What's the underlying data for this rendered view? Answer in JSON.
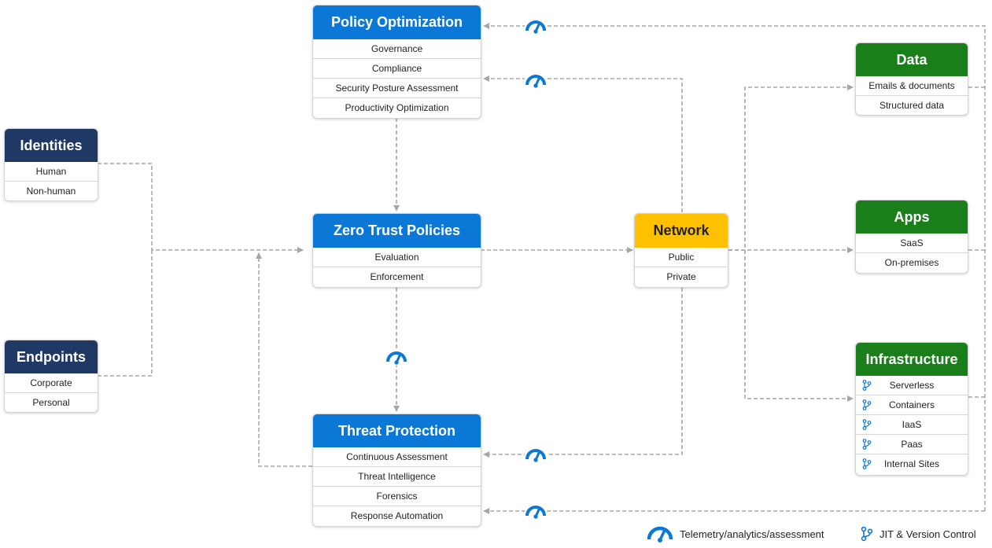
{
  "colors": {
    "blue": "#0b78d8",
    "navy": "#1f3864",
    "green": "#1a7f1a",
    "yellow": "#ffc000",
    "connector": "#a6a6a6"
  },
  "policy_optimization": {
    "title": "Policy Optimization",
    "items": [
      "Governance",
      "Compliance",
      "Security Posture Assessment",
      "Productivity Optimization"
    ]
  },
  "identities": {
    "title": "Identities",
    "items": [
      "Human",
      "Non-human"
    ]
  },
  "endpoints": {
    "title": "Endpoints",
    "items": [
      "Corporate",
      "Personal"
    ]
  },
  "zero_trust_policies": {
    "title": "Zero Trust Policies",
    "items": [
      "Evaluation",
      "Enforcement"
    ]
  },
  "threat_protection": {
    "title": "Threat Protection",
    "items": [
      "Continuous Assessment",
      "Threat Intelligence",
      "Forensics",
      "Response Automation"
    ]
  },
  "network": {
    "title": "Network",
    "items": [
      "Public",
      "Private"
    ]
  },
  "data": {
    "title": "Data",
    "items": [
      "Emails & documents",
      "Structured data"
    ]
  },
  "apps": {
    "title": "Apps",
    "items": [
      "SaaS",
      "On-premises"
    ]
  },
  "infrastructure": {
    "title": "Infrastructure",
    "items": [
      "Serverless",
      "Containers",
      "IaaS",
      "Paas",
      "Internal Sites"
    ],
    "item_icon": "branch-icon"
  },
  "legend": {
    "telemetry_label": "Telemetry/analytics/assessment",
    "telemetry_icon": "gauge-icon",
    "jit_label": "JIT & Version Control",
    "jit_icon": "branch-icon"
  }
}
